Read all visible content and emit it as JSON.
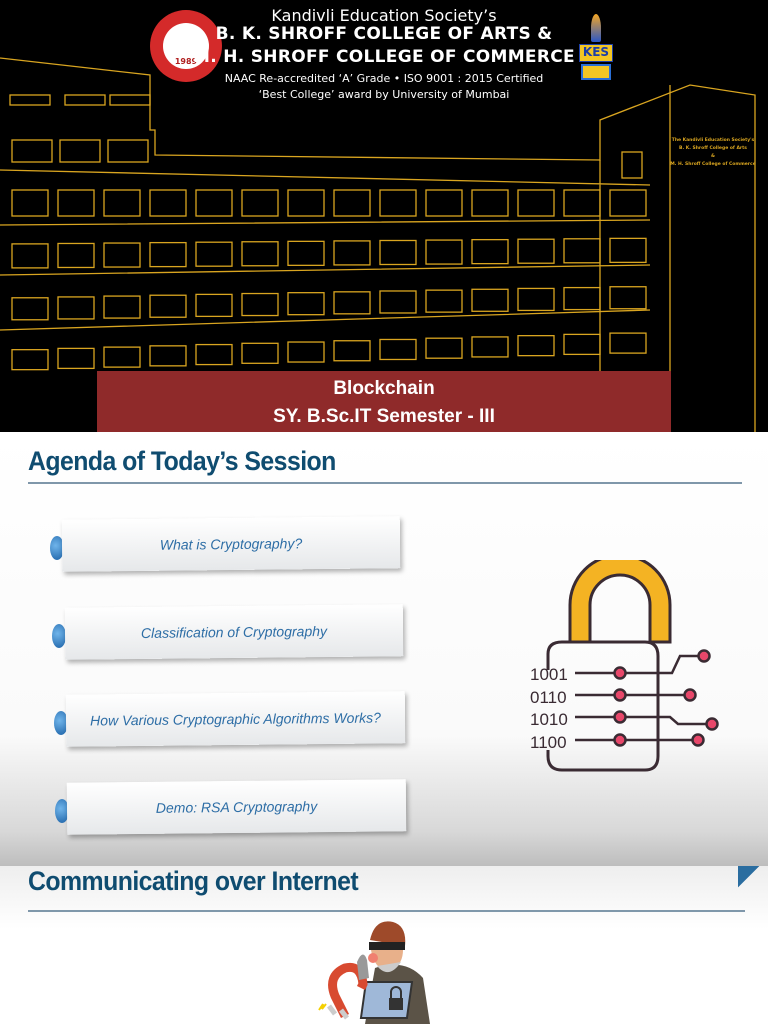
{
  "header": {
    "society": "Kandivli Education Society’s",
    "college_line1": "B. K. SHROFF COLLEGE OF ARTS  &",
    "college_line2": "M. H. SHROFF COLLEGE OF COMMERCE",
    "accreditation": "NAAC Re-accredited ‘A’ Grade  •  ISO 9001 : 2015 Certified",
    "award": "‘Best College’ award by University of Mumbai",
    "seal_year": "1989",
    "kes_logo": "KES",
    "building_sign": [
      "The Kandivli Education Society's",
      "B. K. Shroff College of Arts",
      "&",
      "M. H. Shroff College of Commerce"
    ]
  },
  "banner": {
    "line1": "Blockchain",
    "line2": "SY. B.Sc.IT Semester - III",
    "color": "#8f2a2a"
  },
  "slide1": {
    "title": "Agenda of Today’s Session",
    "items": [
      "What is Cryptography?",
      "Classification of Cryptography",
      "How Various Cryptographic Algorithms Works?",
      "Demo: RSA Cryptography"
    ],
    "lock_bits": [
      "1001",
      "0110",
      "1010",
      "1100"
    ]
  },
  "slide2": {
    "title": "Communicating over Internet"
  },
  "colors": {
    "title": "#0f4c70",
    "gold": "#d9a520",
    "accent_pink": "#e8476a",
    "lock_yellow": "#f4b323"
  }
}
